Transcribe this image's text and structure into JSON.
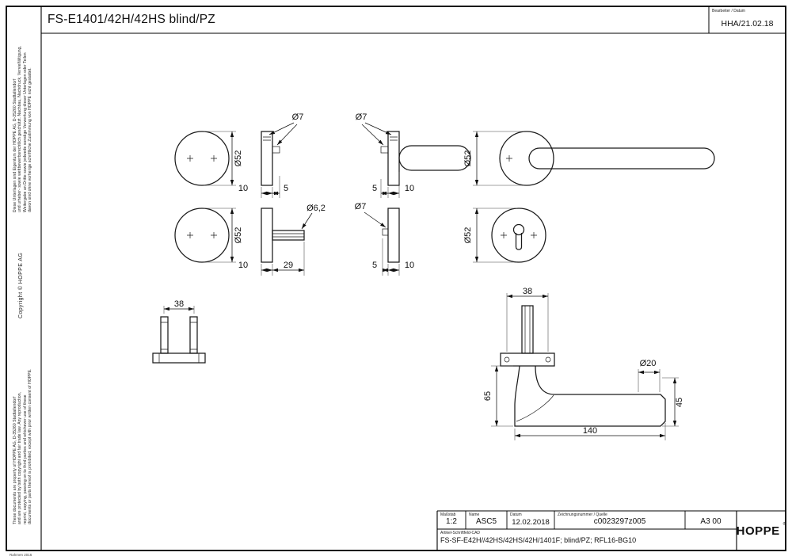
{
  "header": {
    "title": "FS-E1401/42H/42HS blind/PZ",
    "editor_label": "Bearbeiter / Datum",
    "editor_value": "HHA/21.02.18"
  },
  "sidebar": {
    "german_lines": [
      "Diese Unterlagen sind Eigentum der HOPPE AG, D-35260 Stadtallendorf",
      "und urheber- sowie wettbewerbsrechtlich geschützt. Nachbau, Nachdruck, Vervielfältigung,",
      "Weitergabe an Dritte sowie jedwede sonstige Verwertung dieser Unterlagen oder Teilen",
      "davon sind ohne vorherige schriftliche Zustimmung von HOPPE nicht gestattet."
    ],
    "copyright": "Copyright ©   HOPPE AG",
    "english_lines": [
      "These documents are property of HOPPE AG, D-35260 Stadtallendorf",
      "and are protected by both copyright and fair trade law. Any reproduction,",
      "reprint, copying, passing on to third parties and whichever use of these",
      "documents or parts thereof is prohibited, except with prior written consent of HOPPE."
    ]
  },
  "dims": {
    "d52": "Ø52",
    "d7": "Ø7",
    "d6_2": "Ø6,2",
    "d10": "10",
    "d5": "5",
    "d29": "29",
    "d38": "38",
    "d65": "65",
    "d140": "140",
    "d20": "Ø20",
    "d45": "45"
  },
  "title_block": {
    "scale_label": "Maßstab",
    "scale_value": "1:2",
    "name_label": "Name",
    "name_value": "ASC5",
    "date_label": "Datum",
    "date_value": "12.02.2018",
    "drawing_label": "Zeichnungsnummer / Quelle",
    "drawing_value": "c0023297z005",
    "format_value": "A3 00",
    "article_label": "Artikel-Schriftfeld-CAD",
    "article_value": "FS-SF-E42H//42HS/42HS/42H/1401F; blind/PZ; RFL16-BG10",
    "logo_text": "HOPPE",
    "logo_reg": "®"
  },
  "footer": {
    "frame_note": "Rahmen 2016"
  }
}
